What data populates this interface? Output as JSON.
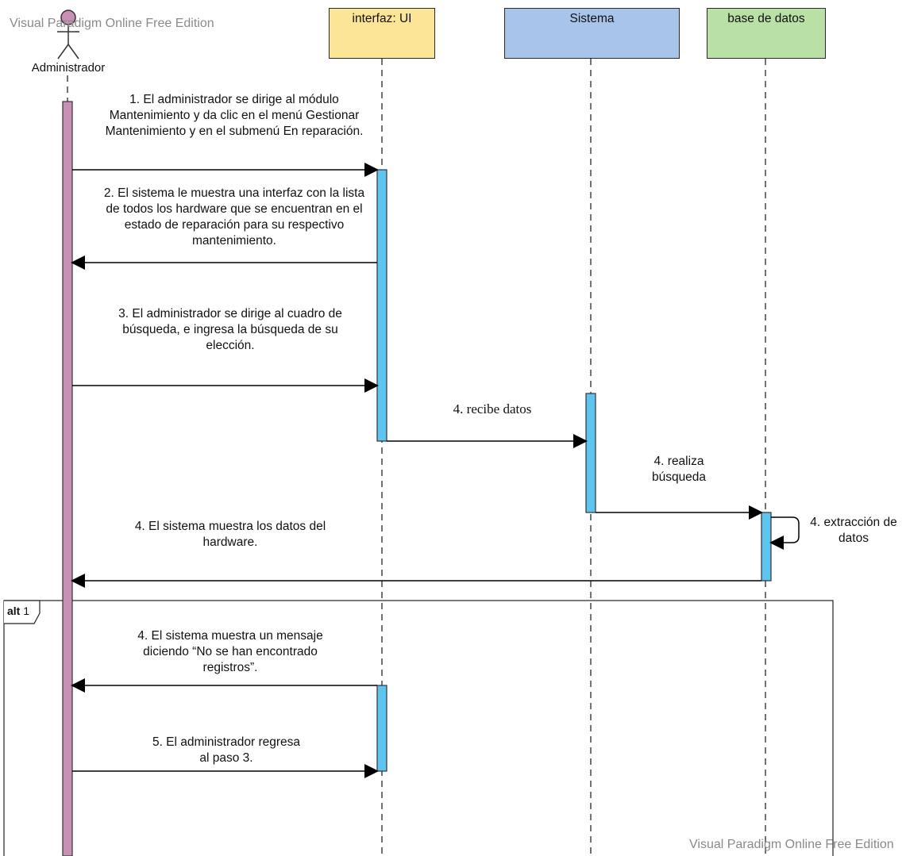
{
  "watermark": {
    "top": "Visual Paradigm Online Free Edition",
    "bottom": "Visual Paradigm Online Free Edition"
  },
  "actor": {
    "name": "Administrador"
  },
  "lifelines": [
    {
      "label": "interfaz: UI",
      "color": "#fce597"
    },
    {
      "label": "Sistema",
      "color": "#a9c4eb"
    },
    {
      "label": "base de datos",
      "color": "#b9e0a5"
    }
  ],
  "colors": {
    "actor_activation": "#c990b5",
    "activation": "#5ec4f0"
  },
  "messages": [
    {
      "label": "1. El administrador se dirige al módulo Mantenimiento y da clic en el menú Gestionar Mantenimiento y en el submenú En reparación."
    },
    {
      "label": "2. El sistema le muestra una interfaz con la lista de todos los hardware que se encuentran en el estado de reparación para su respectivo mantenimiento."
    },
    {
      "label": "3. El administrador se dirige al cuadro de búsqueda, e ingresa la búsqueda de su elección."
    },
    {
      "label": "4. recibe datos"
    },
    {
      "label": "4. realiza búsqueda"
    },
    {
      "label": "4. extracción de datos"
    },
    {
      "label": "4. El sistema muestra los datos del hardware."
    },
    {
      "label": "4. El sistema muestra un mensaje diciendo “No se han encontrado registros”."
    },
    {
      "label": "5. El administrador regresa al paso 3."
    }
  ],
  "fragment": {
    "operator": "alt",
    "guard": "1"
  }
}
